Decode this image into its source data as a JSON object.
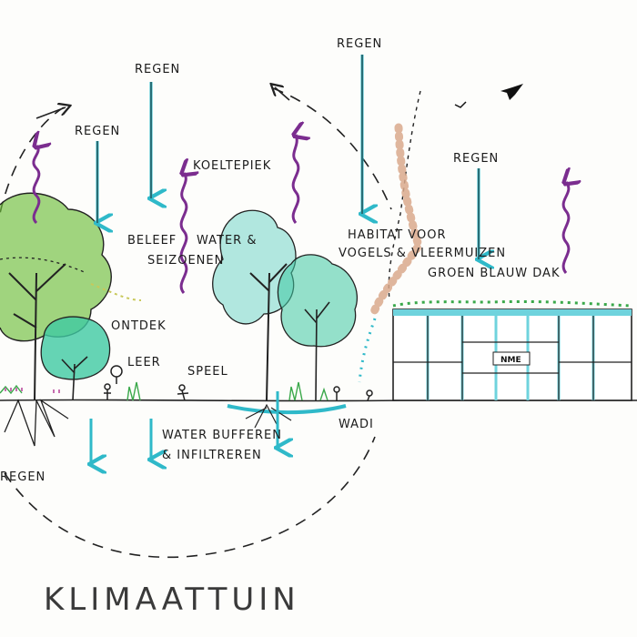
{
  "title": "KLIMAATTUIN",
  "labels": {
    "regen_1": "REGEN",
    "regen_2": "REGEN",
    "regen_3": "REGEN",
    "regen_4": "REGEN",
    "regen_bottom": "REGEN",
    "koeltepiek": "KOELTEPIEK",
    "beleef": "BELEEF",
    "seizoenen": "SEIZOENEN",
    "water": "WATER &",
    "ontdek": "ONTDEK",
    "leer": "LEER",
    "speel": "SPEEL",
    "water_buffer_1": "WATER BUFFEREN",
    "water_buffer_2": "& INFILTREREN",
    "wadi": "WADI",
    "habitat_1": "HABITAT VOOR",
    "habitat_2": "VOGELS & VLEERMUIZEN",
    "groen_blauw_dak": "GROEN BLAUW DAK",
    "building_sign": "NME"
  },
  "colors": {
    "rain": "#2fb9c9",
    "heat": "#7b2d8f",
    "tree_green": "#6fbf3a",
    "tree_teal": "#3ec9a3",
    "tree_mint": "#a9e4dc",
    "facade": "#6fd3dd",
    "habitat_dots": "#d9a98c"
  }
}
